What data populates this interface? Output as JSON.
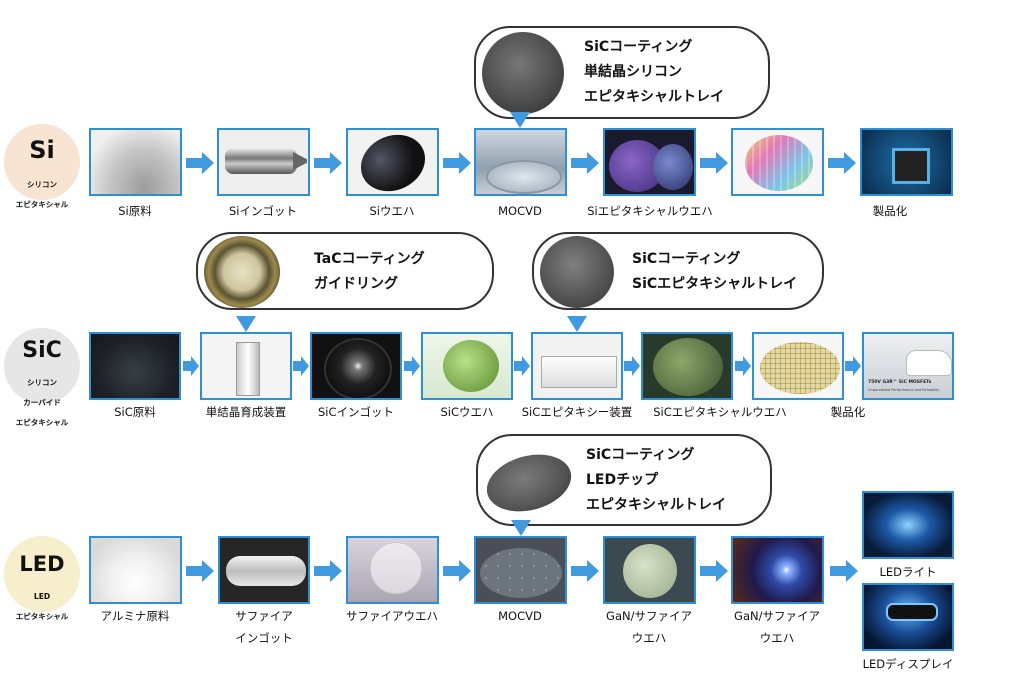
{
  "rows": [
    {
      "badge": {
        "main": "Si",
        "sub": [
          "シリコン",
          "エピタキシャル"
        ]
      },
      "steps": [
        "Si原料",
        "Siインゴット",
        "Siウエハ",
        "MOCVD",
        "Siエピタキシャルウエハ",
        "製品化"
      ],
      "callouts": [
        {
          "lines": [
            "SiCコーティング",
            "単結晶シリコン",
            "エピタキシャルトレイ"
          ]
        }
      ]
    },
    {
      "badge": {
        "main": "SiC",
        "sub": [
          "シリコン",
          "カーバイド",
          "エピタキシャル"
        ]
      },
      "steps": [
        "SiC原料",
        "単結晶育成装置",
        "SiCインゴット",
        "SiCウエハ",
        "SiCエピタキシー装置",
        "SiCエピタキシャルウエハ",
        "製品化"
      ],
      "product_text": [
        "750V G3R™ SiC MOSFETs",
        "Unparalleled Performance and Reliability"
      ],
      "callouts": [
        {
          "lines": [
            "TaCコーティング",
            "ガイドリング"
          ]
        },
        {
          "lines": [
            "SiCコーティング",
            "SiCエピタキシャルトレイ"
          ]
        }
      ]
    },
    {
      "badge": {
        "main": "LED",
        "sub": [
          "LED",
          "エピタキシャル"
        ]
      },
      "steps": [
        "アルミナ原料",
        "サファイア\nインゴット",
        "サファイアウエハ",
        "MOCVD",
        "GaN/サファイア\nウエハ",
        "GaN/サファイア\nウエハ",
        "LEDライト",
        "LEDディスプレイ"
      ],
      "callouts": [
        {
          "lines": [
            "SiCコーティング",
            "LEDチップ",
            "エピタキシャルトレイ"
          ]
        }
      ]
    }
  ],
  "colors": {
    "accent": "#2f8fd3",
    "arrow": "#3f9ae0",
    "si_badge": "#f8e4d2",
    "sic_badge": "#e6e6e6",
    "led_badge": "#f7eecb"
  }
}
